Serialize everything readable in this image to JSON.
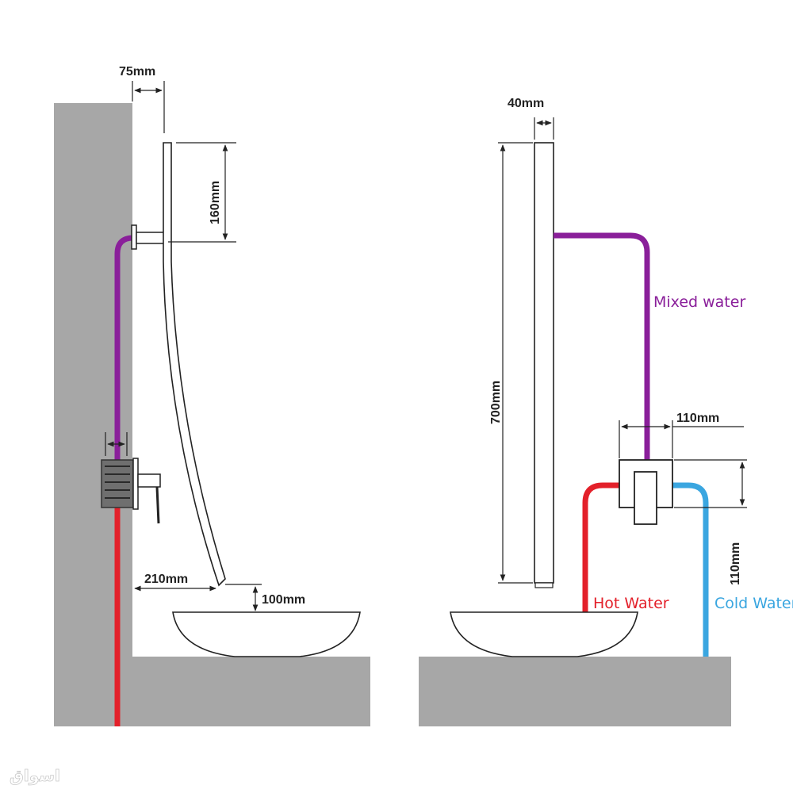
{
  "colors": {
    "wall": "#a7a7a7",
    "hot": "#e3202a",
    "cold": "#3aa6e0",
    "mixed": "#8a1f9a",
    "line": "#222222",
    "basin_fill": "#ffffff",
    "valve": "#6f6f6f"
  },
  "left_view": {
    "dim_top_offset": "75mm",
    "dim_head_height": "160mm",
    "dim_spout_reach": "210mm",
    "dim_spout_gap": "100mm"
  },
  "right_view": {
    "dim_column_width": "40mm",
    "dim_column_height": "700mm",
    "dim_mixer_width": "110mm",
    "dim_mixer_height": "110mm",
    "label_mixed": "Mixed water",
    "label_hot": "Hot Water",
    "label_cold": "Cold Water"
  },
  "watermark": "اسواق"
}
